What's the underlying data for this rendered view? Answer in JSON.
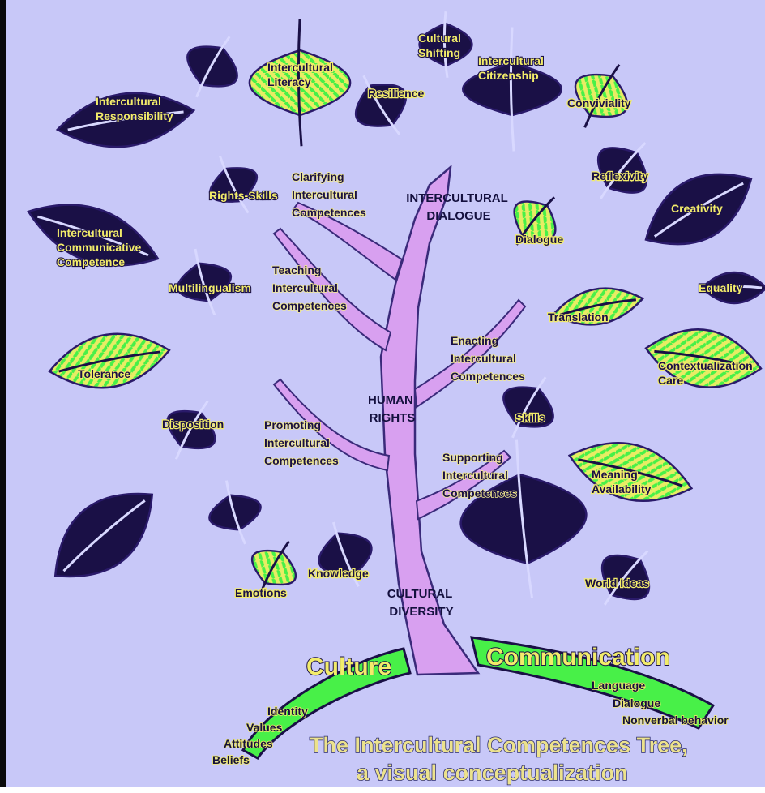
{
  "title": {
    "line1": "The Intercultural Competences Tree,",
    "line2": "a visual conceptualization"
  },
  "trunk_labels": {
    "top": [
      "INTERCULTURAL",
      "DIALOGUE"
    ],
    "middle": [
      "HUMAN",
      "RIGHTS"
    ],
    "bottom": [
      "CULTURAL",
      "DIVERSITY"
    ]
  },
  "branches": [
    [
      "Clarifying",
      "Intercultural",
      "Competences"
    ],
    [
      "Teaching",
      "Intercultural",
      "Competences"
    ],
    [
      "Enacting",
      "Intercultural",
      "Competences"
    ],
    [
      "Promoting",
      "Intercultural",
      "Competences"
    ],
    [
      "Supporting",
      "Intercultural",
      "Competences"
    ]
  ],
  "roots": {
    "culture": "Culture",
    "communication": "Communication",
    "culture_items": [
      "Identity",
      "Values",
      "Attitudes",
      "Beliefs"
    ],
    "communication_items": [
      "Language",
      "Dialogue",
      "Nonverbal behavior"
    ]
  },
  "leaves": [
    {
      "lines": [
        "Intercultural",
        "Responsibility"
      ]
    },
    {
      "lines": []
    },
    {
      "lines": [
        "Intercultural",
        "Literacy"
      ]
    },
    {
      "lines": [
        "Resilience"
      ]
    },
    {
      "lines": [
        "Cultural",
        "Shifting"
      ]
    },
    {
      "lines": [
        "Intercultural",
        "Citizenship"
      ]
    },
    {
      "lines": [
        "Conviviality"
      ]
    },
    {
      "lines": [
        "Reflexivity"
      ]
    },
    {
      "lines": [
        "Creativity"
      ]
    },
    {
      "lines": [
        "Rights-Skills"
      ]
    },
    {
      "lines": [
        "Intercultural",
        "Communicative",
        "Competence"
      ]
    },
    {
      "lines": [
        "Multilingualism"
      ]
    },
    {
      "lines": [
        "Dialogue"
      ]
    },
    {
      "lines": [
        "Equality"
      ]
    },
    {
      "lines": [
        "Translation"
      ]
    },
    {
      "lines": [
        "Contextualization",
        "Care"
      ]
    },
    {
      "lines": [
        "Tolerance"
      ]
    },
    {
      "lines": [
        "Disposition"
      ]
    },
    {
      "lines": [
        "Skills"
      ]
    },
    {
      "lines": [
        "Meaning",
        "Availability"
      ]
    },
    {
      "lines": []
    },
    {
      "lines": []
    },
    {
      "lines": []
    },
    {
      "lines": [
        "Emotions"
      ]
    },
    {
      "lines": [
        "Knowledge"
      ]
    },
    {
      "lines": [
        "World Ideas"
      ]
    }
  ],
  "colors": {
    "background": "#c8c8f8",
    "leaf_dark": "#1a1046",
    "leaf_light": "#e8ec64",
    "leaf_green": "#48f048",
    "trunk": "#d8a0f0",
    "outline": "#2a1a6a"
  }
}
